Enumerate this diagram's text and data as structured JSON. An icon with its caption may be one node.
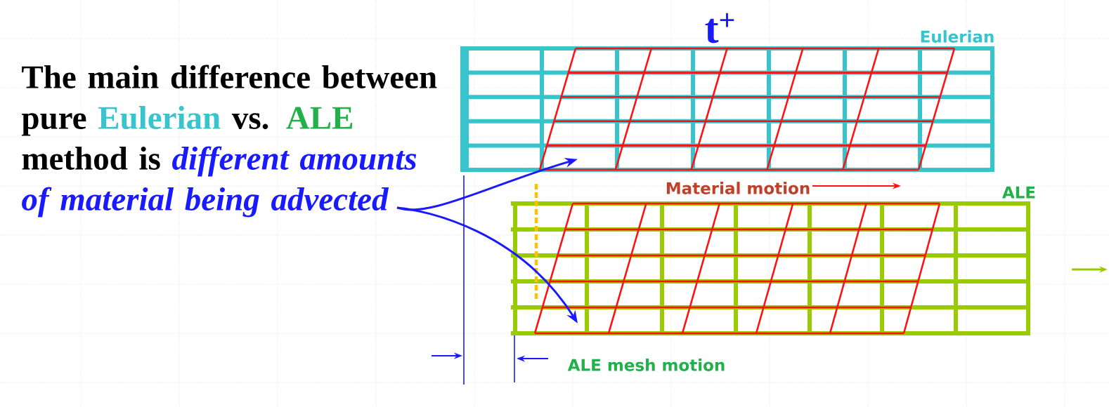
{
  "diagram": {
    "title": "t$^{+}$",
    "nodes": [
      {
        "text": [
          "The main difference between pure",
          "Eulerian",
          "vs.",
          "ALE",
          "method is",
          "different amounts of material being advected"
        ]
      },
      {
        "text": [],
        "shape": "picture",
        "beside": [
          "Eulerian"
        ]
      },
      {
        "text": [],
        "shape": "picture",
        "beside": [
          "ALE"
        ]
      }
    ],
    "edges": [
      {
        "from": 0,
        "to": 1,
        "arrow": "to"
      },
      {
        "from": 0,
        "to": 2,
        "arrow": "to"
      }
    ],
    "labels": [
      "Material motion",
      "ALE mesh motion"
    ]
  }
}
